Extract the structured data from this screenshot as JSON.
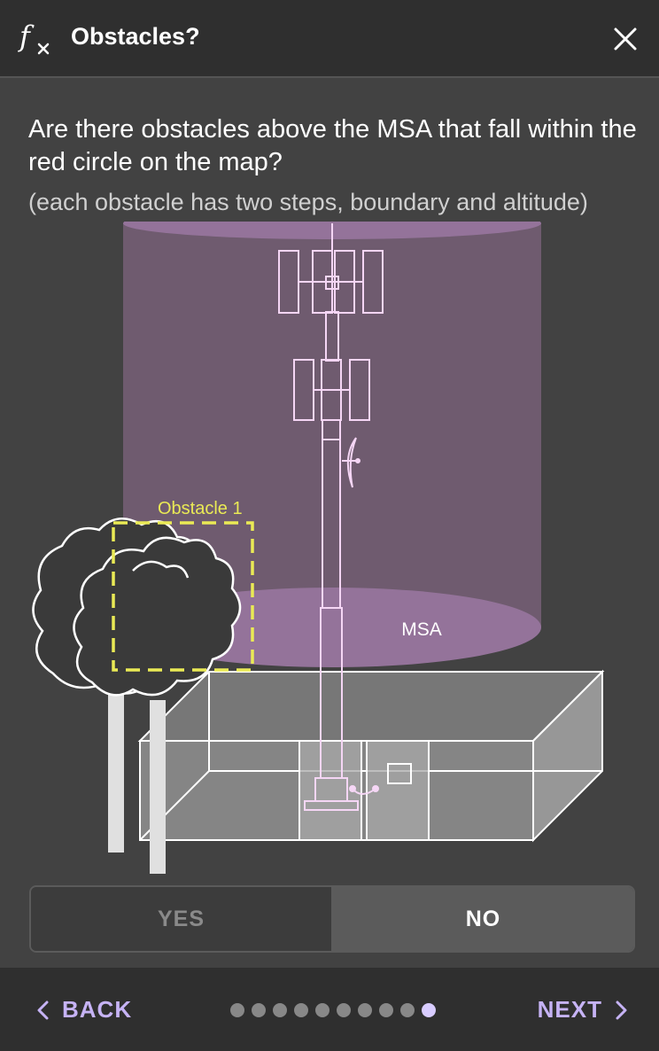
{
  "header": {
    "title": "Obstacles?",
    "icon": "fx-icon",
    "close_icon": "close-icon"
  },
  "question": "Are there obstacles above the MSA that fall within the red circle on the map?",
  "hint": "(each obstacle has two steps, boundary and altitude)",
  "illustration": {
    "obstacle_label": "Obstacle 1",
    "msa_label": "MSA",
    "colors": {
      "cylinder": "#6f5b6f",
      "msa_disc": "#94739a",
      "obstacle_box": "#eaea55",
      "tower": "#f5d6f5"
    }
  },
  "choice": {
    "yes_label": "YES",
    "no_label": "NO",
    "selected": "NO"
  },
  "footer": {
    "back_label": "BACK",
    "next_label": "NEXT",
    "page_count": 10,
    "current_page": 10,
    "accent_color": "#c6b3f5"
  }
}
